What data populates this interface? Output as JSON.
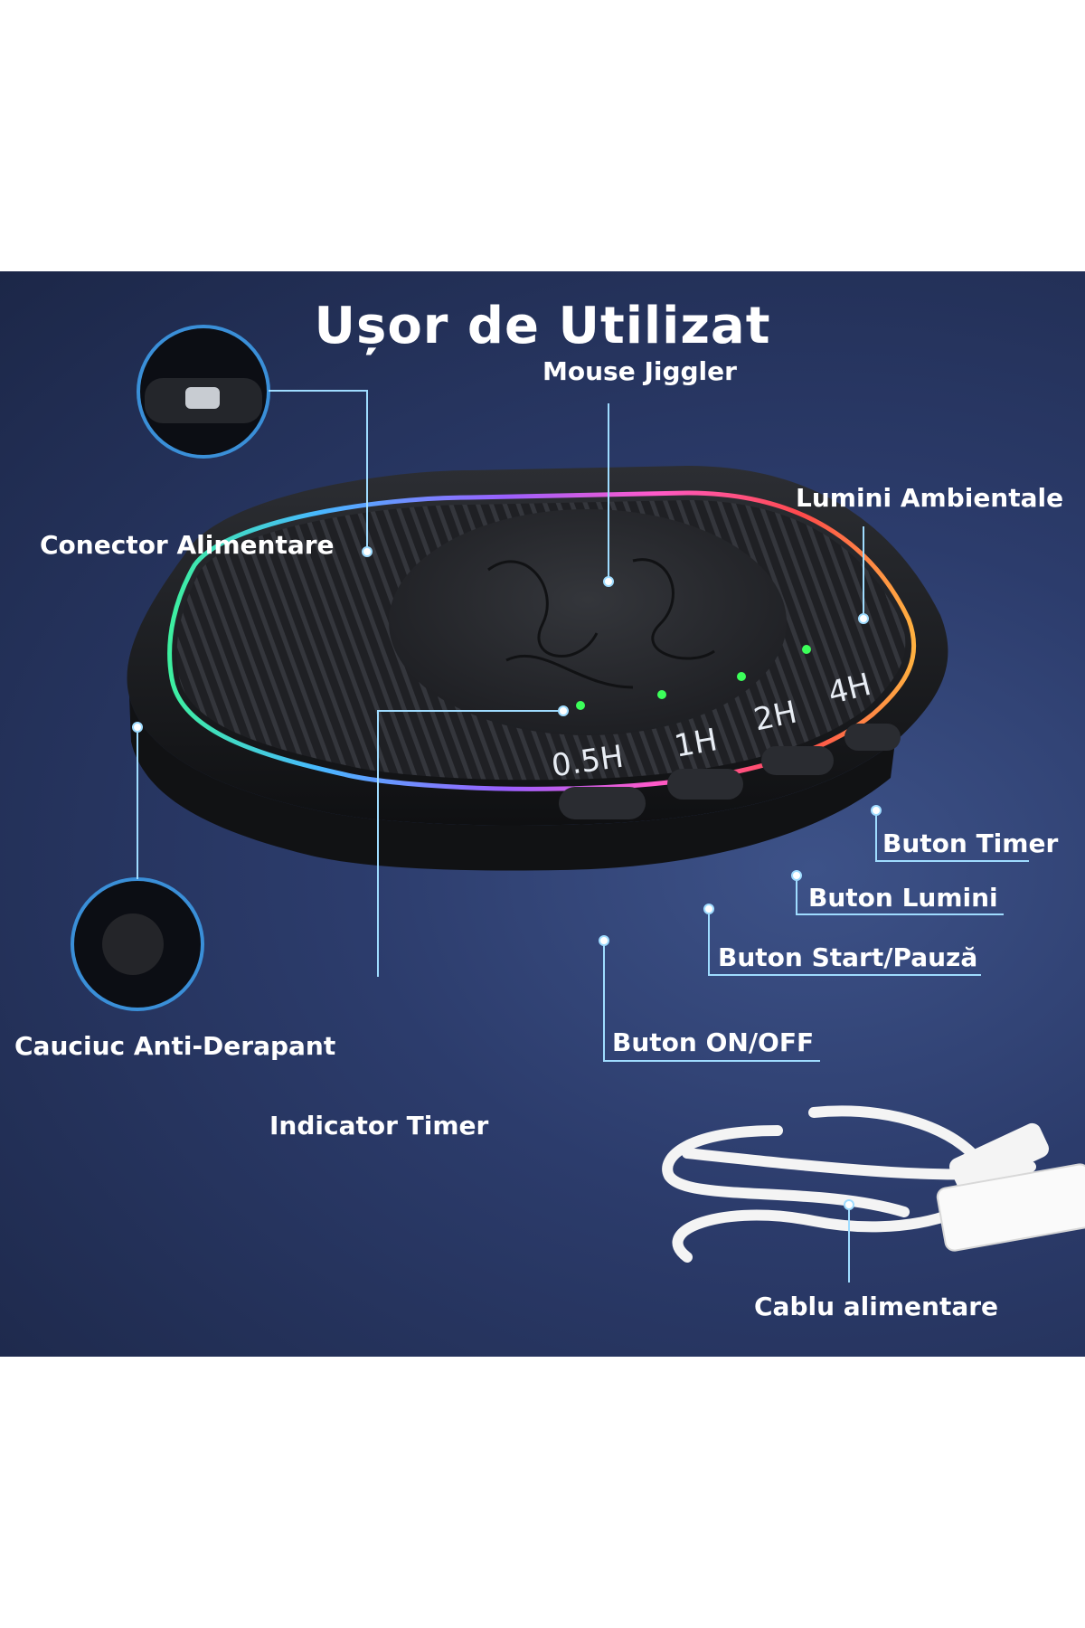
{
  "title": "Ușor de Utilizat",
  "callouts": {
    "mouse_jiggler": "Mouse Jiggler",
    "lumini_ambientale": "Lumini Ambientale",
    "conector_alimentare": "Conector Alimentare",
    "cauciuc_anti_derapant": "Cauciuc Anti-Derapant",
    "indicator_timer": "Indicator Timer",
    "buton_timer": "Buton Timer",
    "buton_lumini": "Buton Lumini",
    "buton_start_pauza": "Buton Start/Pauză",
    "buton_on_off": "Buton ON/OFF",
    "cablu_alimentare": "Cablu alimentare"
  },
  "device": {
    "timer_labels": [
      "0.5H",
      "1H",
      "2H",
      "4H"
    ]
  },
  "colors": {
    "panel_background": "#2c3c6c",
    "callout_line": "#9fdcff",
    "indicator_led": "#3cff5a",
    "device_body": "#1b1c1f"
  }
}
